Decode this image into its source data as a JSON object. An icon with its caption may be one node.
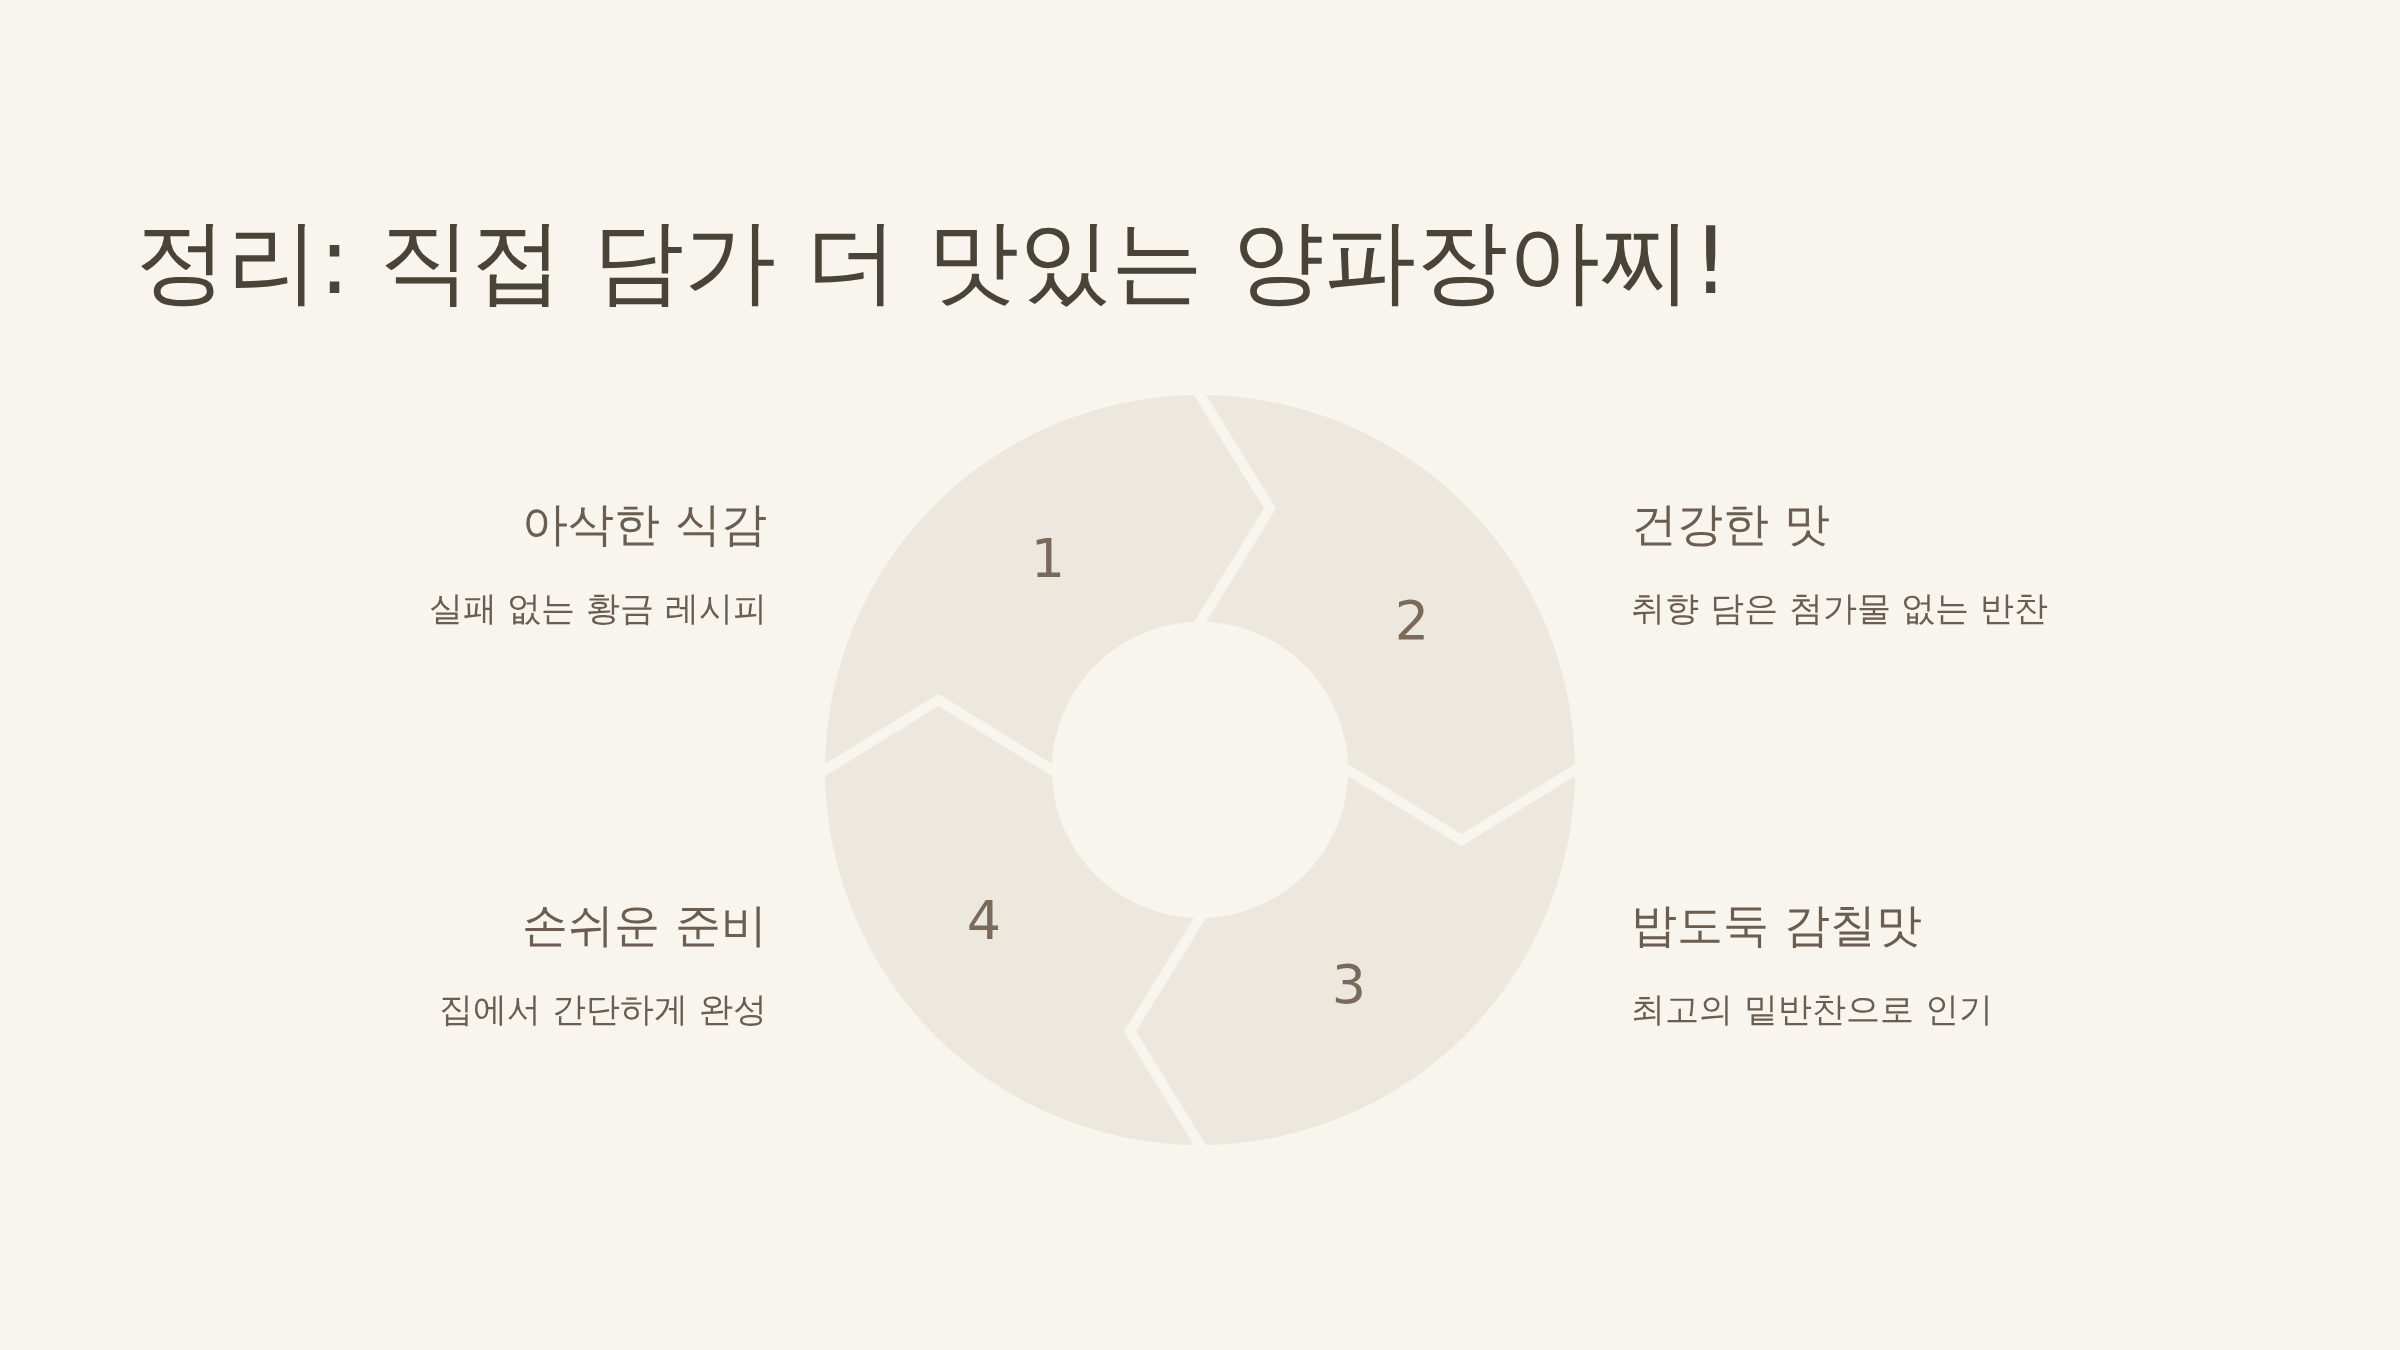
{
  "diagram": {
    "title": "정리: 직접 담가 더 맛있는 양파장아찌!",
    "nodes": [
      {
        "text": [
          "1"
        ],
        "beside": [
          "아삭한 식감",
          "실패 없는 황금 레시피"
        ]
      },
      {
        "text": [
          "2"
        ],
        "beside": [
          "건강한 맛",
          "취향 담은 첨가물 없는 반찬"
        ]
      },
      {
        "text": [
          "3"
        ],
        "beside": [
          "밥도둑 감칠맛",
          "최고의 밑반찬으로 인기"
        ]
      },
      {
        "text": [
          "4"
        ],
        "beside": [
          "손쉬운 준비",
          "집에서 간단하게 완성"
        ]
      }
    ],
    "edges": []
  }
}
